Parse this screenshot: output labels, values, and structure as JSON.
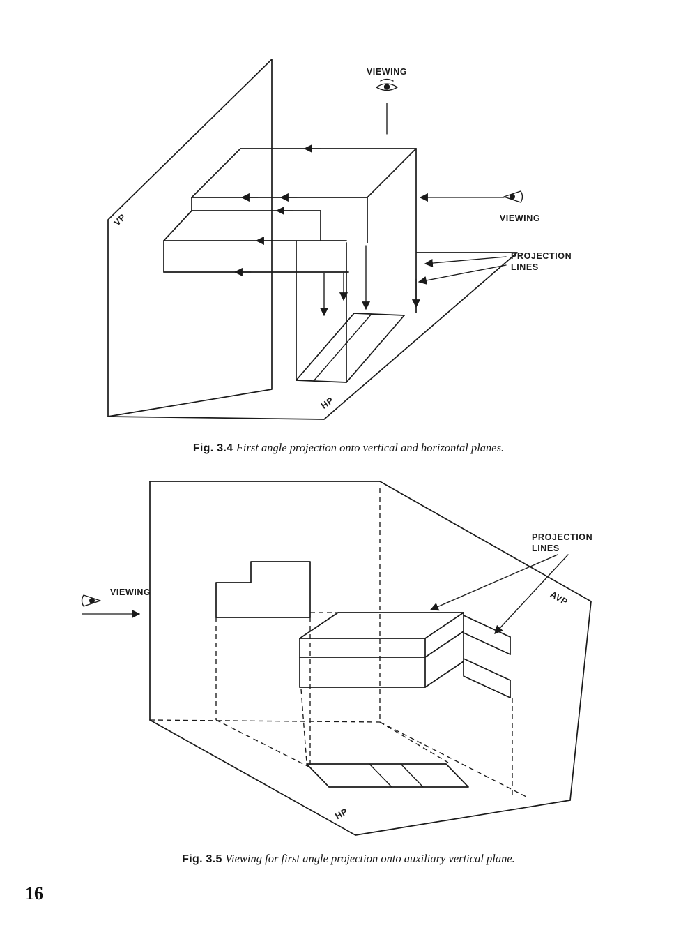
{
  "page": {
    "number": "16"
  },
  "fig34": {
    "caption_label": "Fig. 3.4",
    "caption_text": "First angle projection onto vertical and horizontal planes.",
    "viewing_top_label": "VIEWING",
    "viewing_right_label": "VIEWING",
    "vp_label": "VP",
    "hp_label": "HP",
    "projection_lines_label_1": "PROJECTION",
    "projection_lines_label_2": "LINES"
  },
  "fig35": {
    "caption_label": "Fig. 3.5",
    "caption_text": "Viewing for first angle projection onto auxiliary vertical plane.",
    "viewing_label": "VIEWING",
    "avp_label": "AVP",
    "hp_label": "HP",
    "projection_lines_label_1": "PROJECTION",
    "projection_lines_label_2": "LINES"
  },
  "colors": {
    "ink": "#1a1a1a",
    "paper": "#ffffff"
  }
}
